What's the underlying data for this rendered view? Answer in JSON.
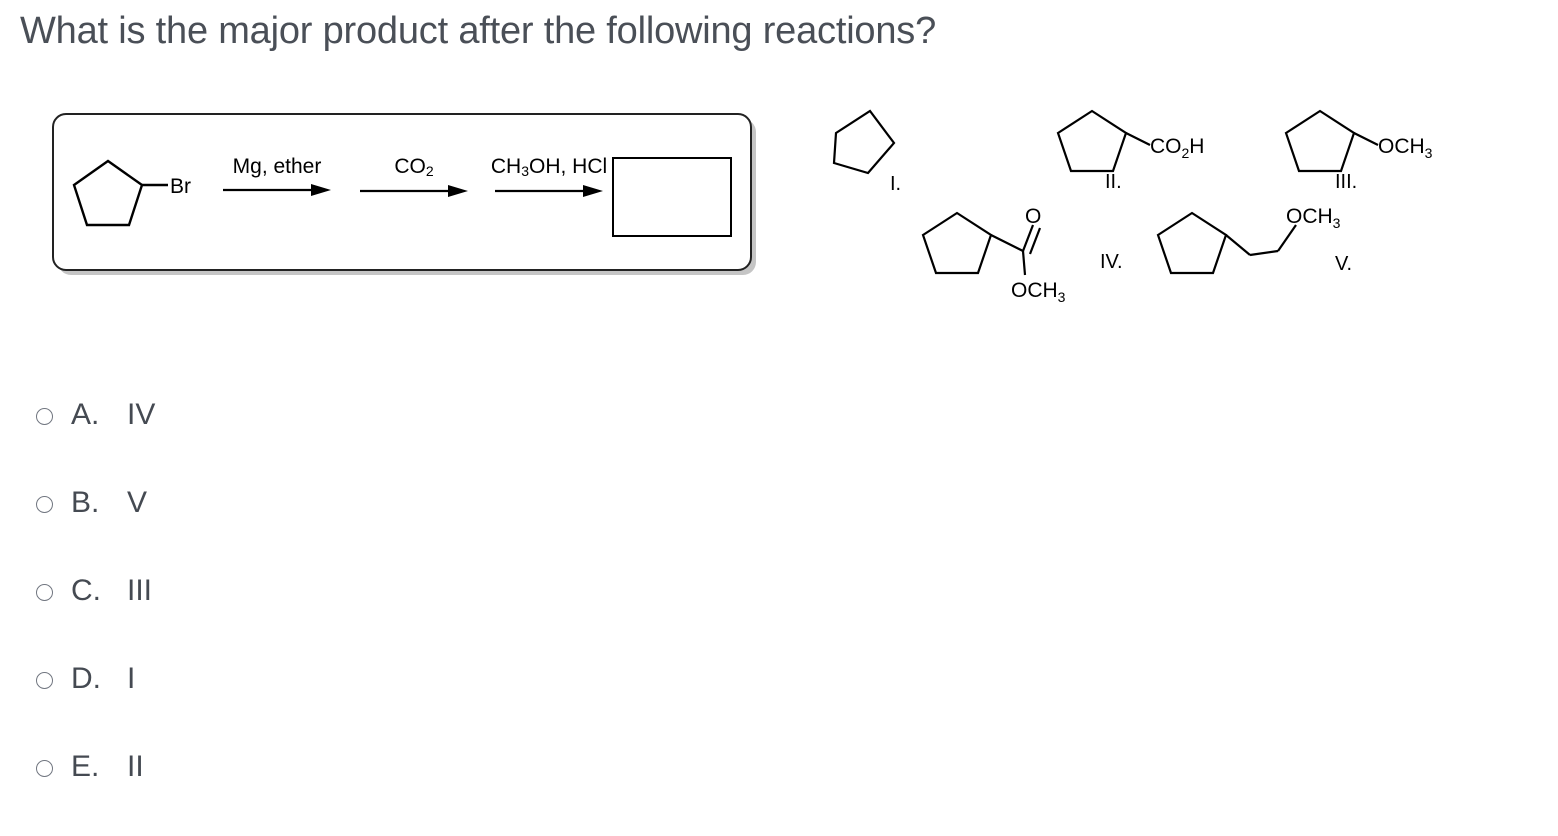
{
  "question": {
    "title": "What is the major product after the following reactions?"
  },
  "reaction_scheme": {
    "reactant": {
      "ring": "cyclopentane",
      "substituent_label": "Br"
    },
    "steps": [
      {
        "label_html": "Mg, ether",
        "label": "Mg, ether"
      },
      {
        "label_html": "CO<sub>2</sub>",
        "label": "CO2"
      },
      {
        "label_html": "CH<sub>3</sub>OH, HCl",
        "label": "CH3OH, HCl"
      }
    ],
    "product_box": {
      "value": "",
      "placeholder": ""
    }
  },
  "structures": [
    {
      "id": "I",
      "label": "I.",
      "description": "cyclopentane",
      "substituent": ""
    },
    {
      "id": "II",
      "label": "II.",
      "description": "cyclopentanecarboxylic acid",
      "substituent": "CO2H",
      "substituent_main": "CO",
      "substituent_sub": "2",
      "substituent_tail": "H"
    },
    {
      "id": "III",
      "label": "III.",
      "description": "methoxycyclopentane",
      "substituent": "OCH3",
      "substituent_main": "OCH",
      "substituent_sub": "3"
    },
    {
      "id": "IV",
      "label": "IV.",
      "description": "methyl cyclopentanecarboxylate",
      "carbonyl_oxygen": "O",
      "ester_group_main": "OCH",
      "ester_group_sub": "3"
    },
    {
      "id": "V",
      "label": "V.",
      "description": "cyclopentylmethyl methyl ether",
      "ether_group_main": "OCH",
      "ether_group_sub": "3"
    }
  ],
  "answers": {
    "options": [
      {
        "letter": "A.",
        "value": "IV",
        "selected": false
      },
      {
        "letter": "B.",
        "value": "V",
        "selected": false
      },
      {
        "letter": "C.",
        "value": "III",
        "selected": false
      },
      {
        "letter": "D.",
        "value": "I",
        "selected": false
      },
      {
        "letter": "E.",
        "value": "II",
        "selected": false
      }
    ]
  },
  "colors": {
    "title_text": "#4a4f57",
    "option_text": "#454a52",
    "radio_border": "#717680",
    "structure_stroke": "#000000",
    "panel_border": "#222222",
    "background": "#ffffff"
  }
}
